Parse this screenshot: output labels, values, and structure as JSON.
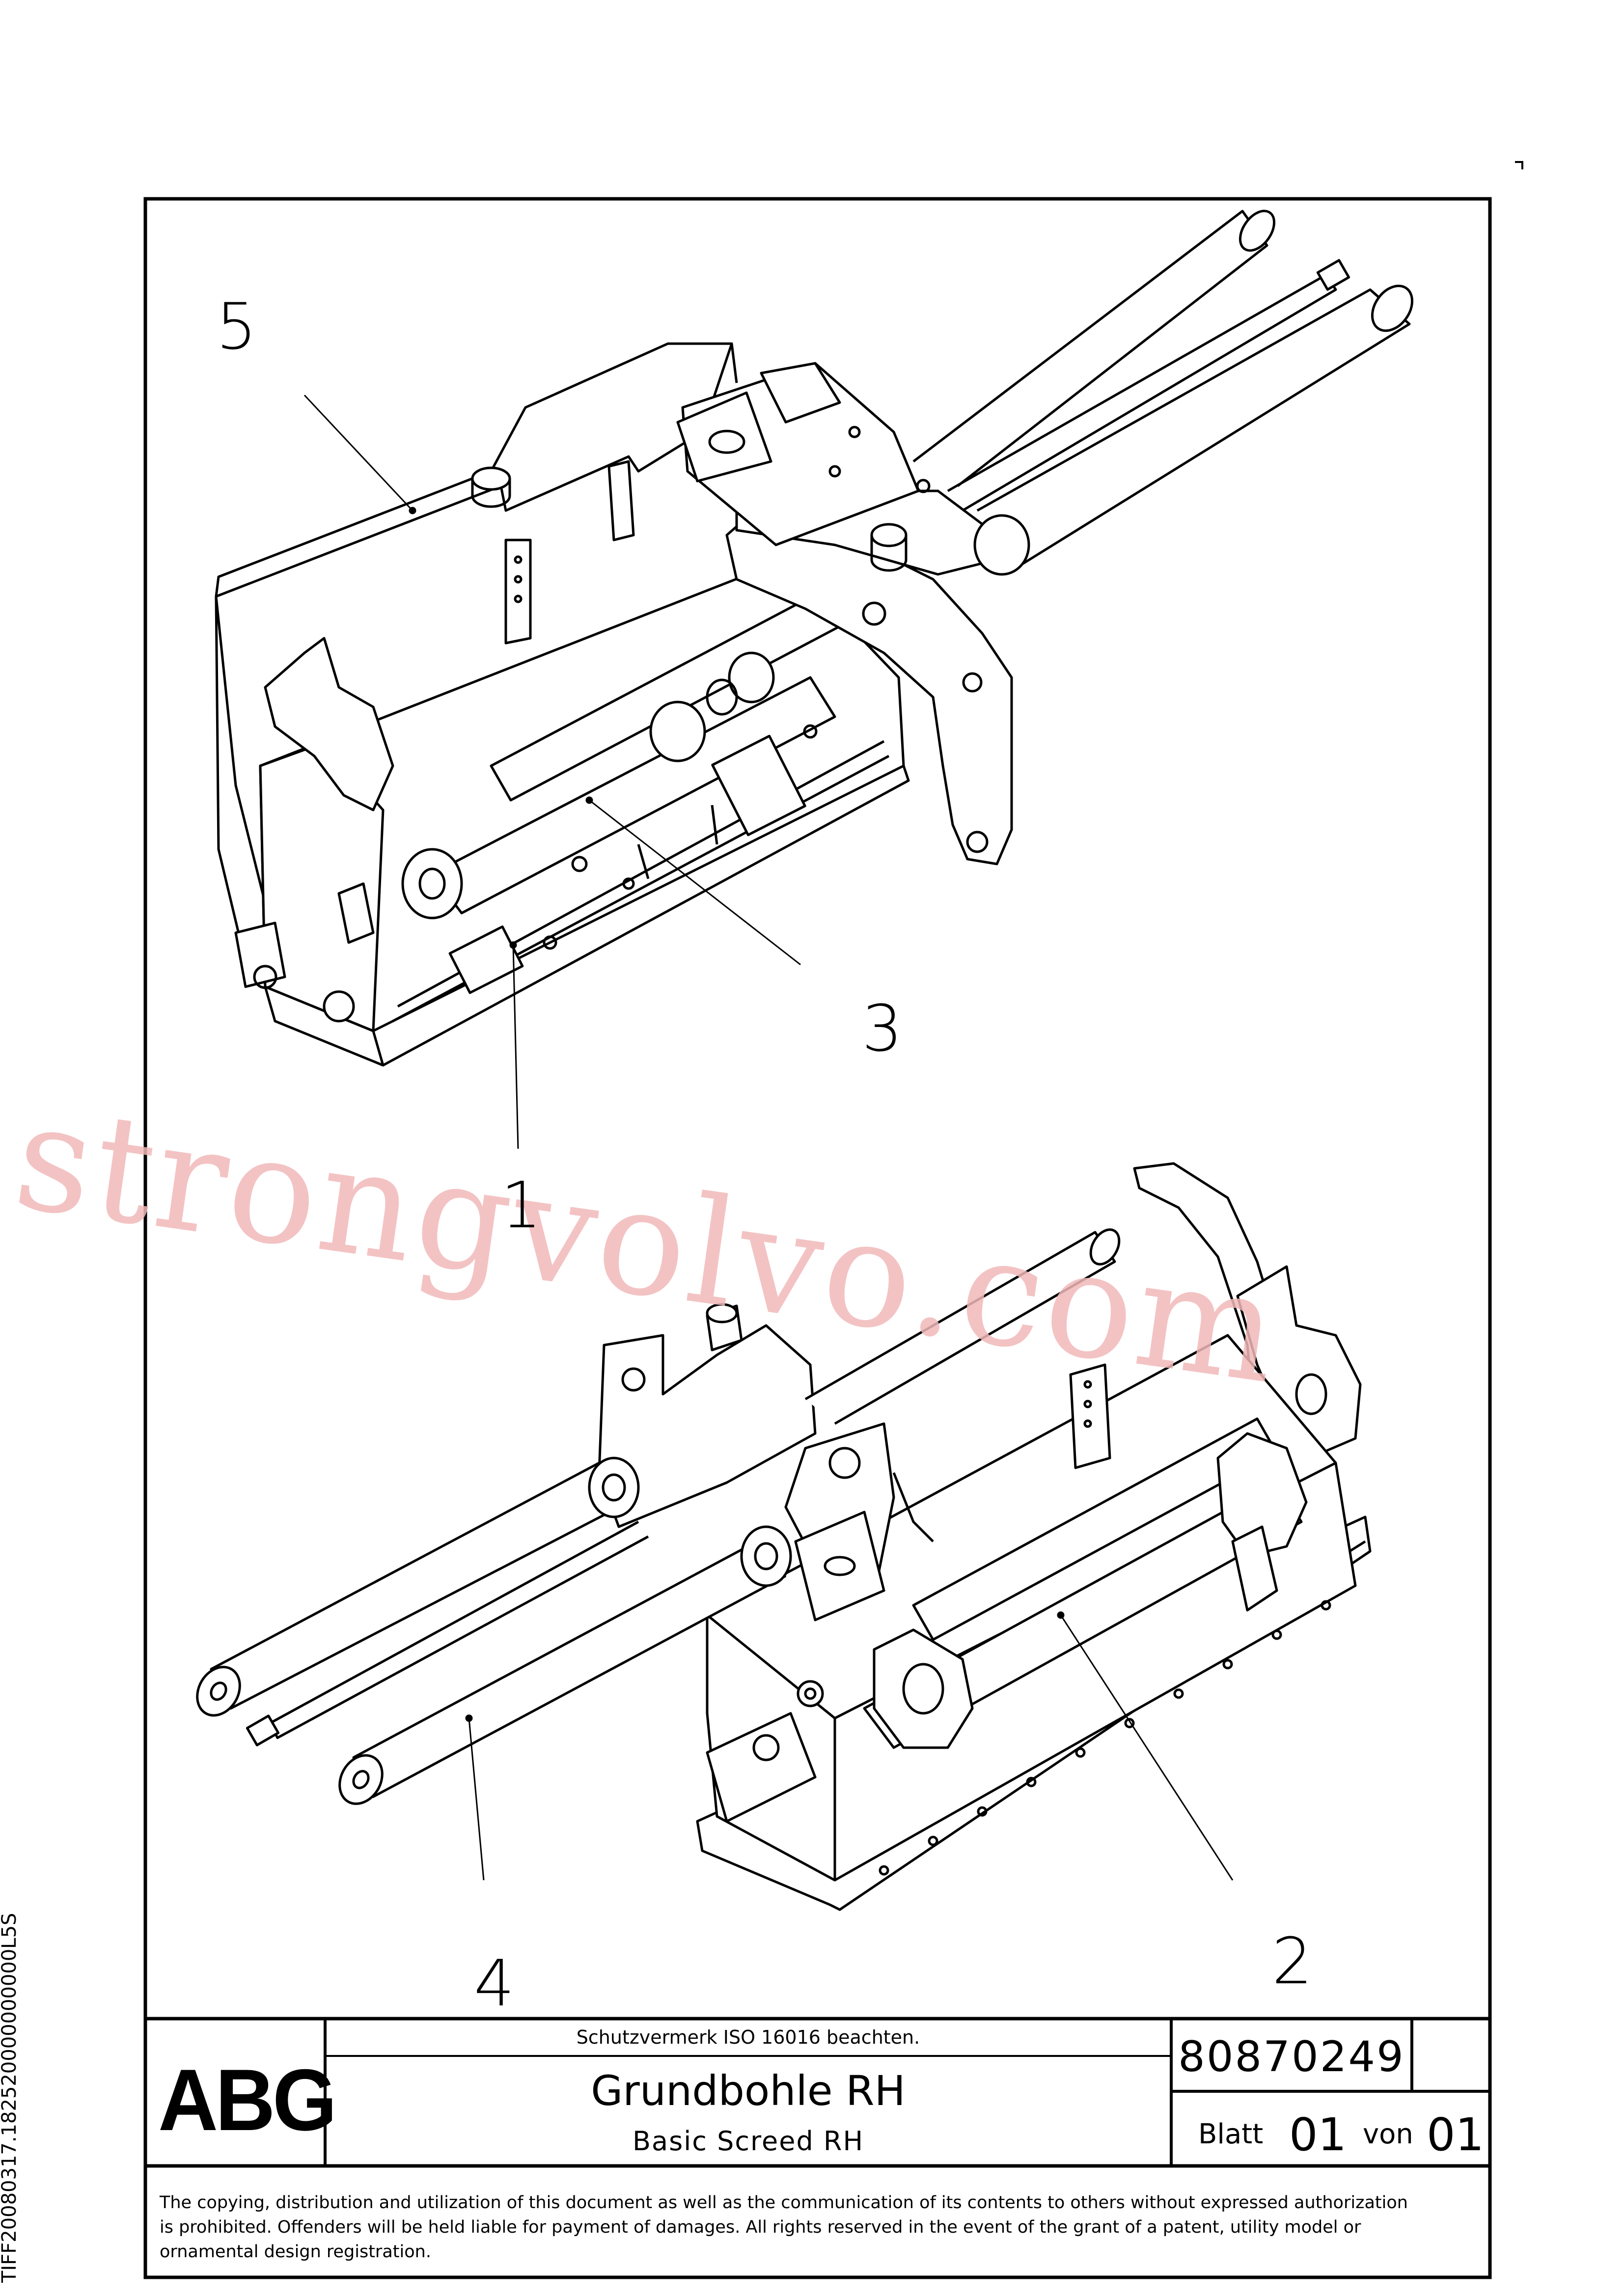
{
  "drawing": {
    "callouts": [
      "5",
      "3",
      "1",
      "4",
      "2"
    ]
  },
  "watermark": "strongvolvo.com",
  "side_code": "TIFF20080317.182520000000000L5S",
  "title_block": {
    "logo_text": "ABG",
    "protection_note": "Schutzvermerk ISO 16016 beachten.",
    "title_de": "Grundbohle RH",
    "title_en": "Basic Screed RH",
    "drawing_number": "80870249",
    "sheet_label": "Blatt",
    "sheet_number": "01",
    "of_label": "von",
    "sheet_total": "01",
    "copyright": [
      "The copying, distribution and utilization of this document as well as the communication of its contents to others without expressed authorization",
      "is prohibited. Offenders will be held liable for payment of damages. All rights reserved in the event of the grant of a patent, utility model or",
      "ornamental design registration."
    ]
  }
}
